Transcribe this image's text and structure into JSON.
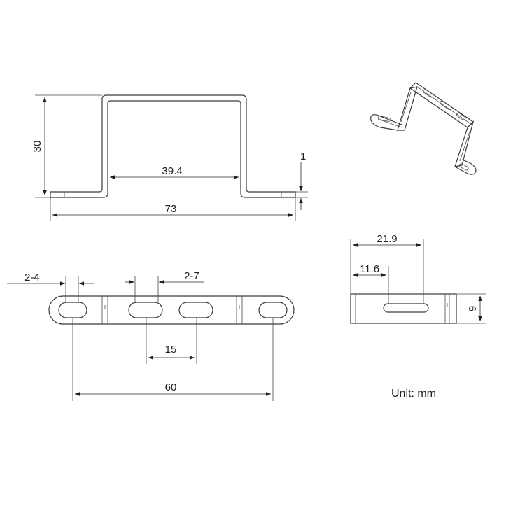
{
  "dimensions": {
    "height": "30",
    "inner_width": "39.4",
    "thickness": "1",
    "overall_width": "73",
    "slot_width": "2-4",
    "slot_length": "2-7",
    "slot_pitch": "15",
    "slot_span": "60",
    "offset_total": "21.9",
    "offset_slot": "11.6",
    "bracket_width": "9"
  },
  "unit_label": "Unit: mm",
  "colors": {
    "line": "#3a3a3a",
    "text": "#222222",
    "background": "#ffffff"
  }
}
